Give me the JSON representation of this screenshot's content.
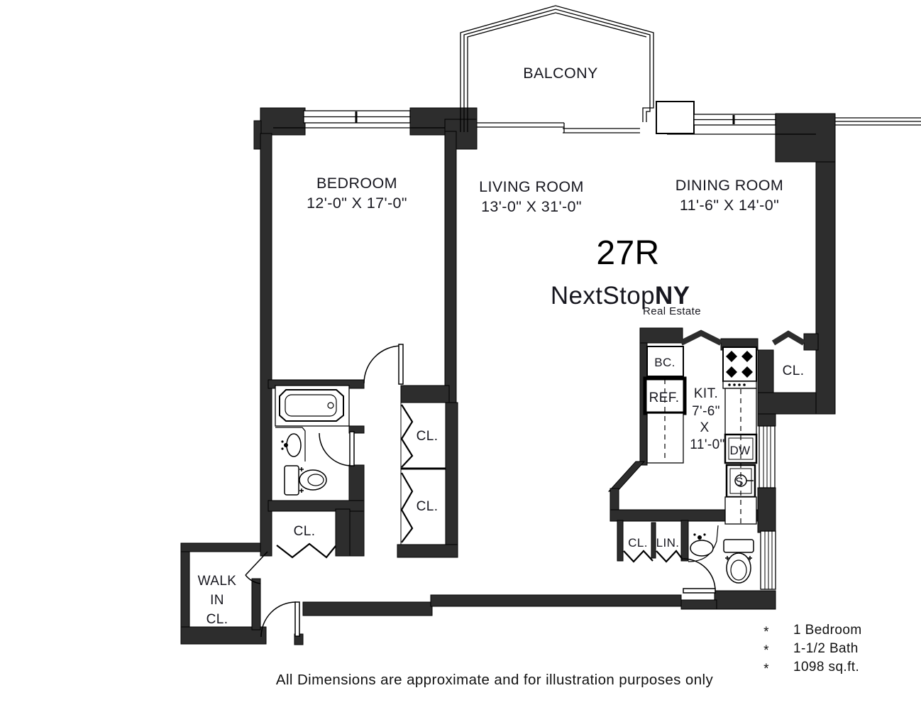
{
  "unit": "27R",
  "logo": {
    "brand_regular": "NextStop",
    "brand_bold": "NY",
    "tagline": "Real Estate",
    "brand_color": "#1d76ae",
    "brand_bold_color": "#0e4d7c",
    "tagline_color": "#7d7d7d"
  },
  "colors": {
    "wall": "#2d2d2d",
    "label_text": "#17171f"
  },
  "rooms": {
    "balcony": {
      "label": "BALCONY"
    },
    "bedroom": {
      "label": "BEDROOM",
      "dims": "12'-0\" X 17'-0\""
    },
    "living_room": {
      "label": "LIVING ROOM",
      "dims": "13'-0\" X 31'-0\""
    },
    "dining_room": {
      "label": "DINING ROOM",
      "dims": "11'-6\" X 14'-0\""
    },
    "kitchen": {
      "label": "KIT.",
      "dim_w": "7'-6\"",
      "dim_sep": "X",
      "dim_l": "11'-0\""
    },
    "walk_in_closet": {
      "line1": "WALK",
      "line2": "IN",
      "line3": "CL."
    }
  },
  "fixtures": {
    "base_cabinet": "BC.",
    "refrigerator": "REF.",
    "dishwasher": "DW",
    "sink": "S",
    "closet": "CL.",
    "linen": "LIN."
  },
  "summary": {
    "bullet": "*",
    "items": [
      "1 Bedroom",
      "1-1/2 Bath",
      "1098 sq.ft."
    ]
  },
  "disclaimer": "All Dimensions are approximate and for illustration purposes only"
}
